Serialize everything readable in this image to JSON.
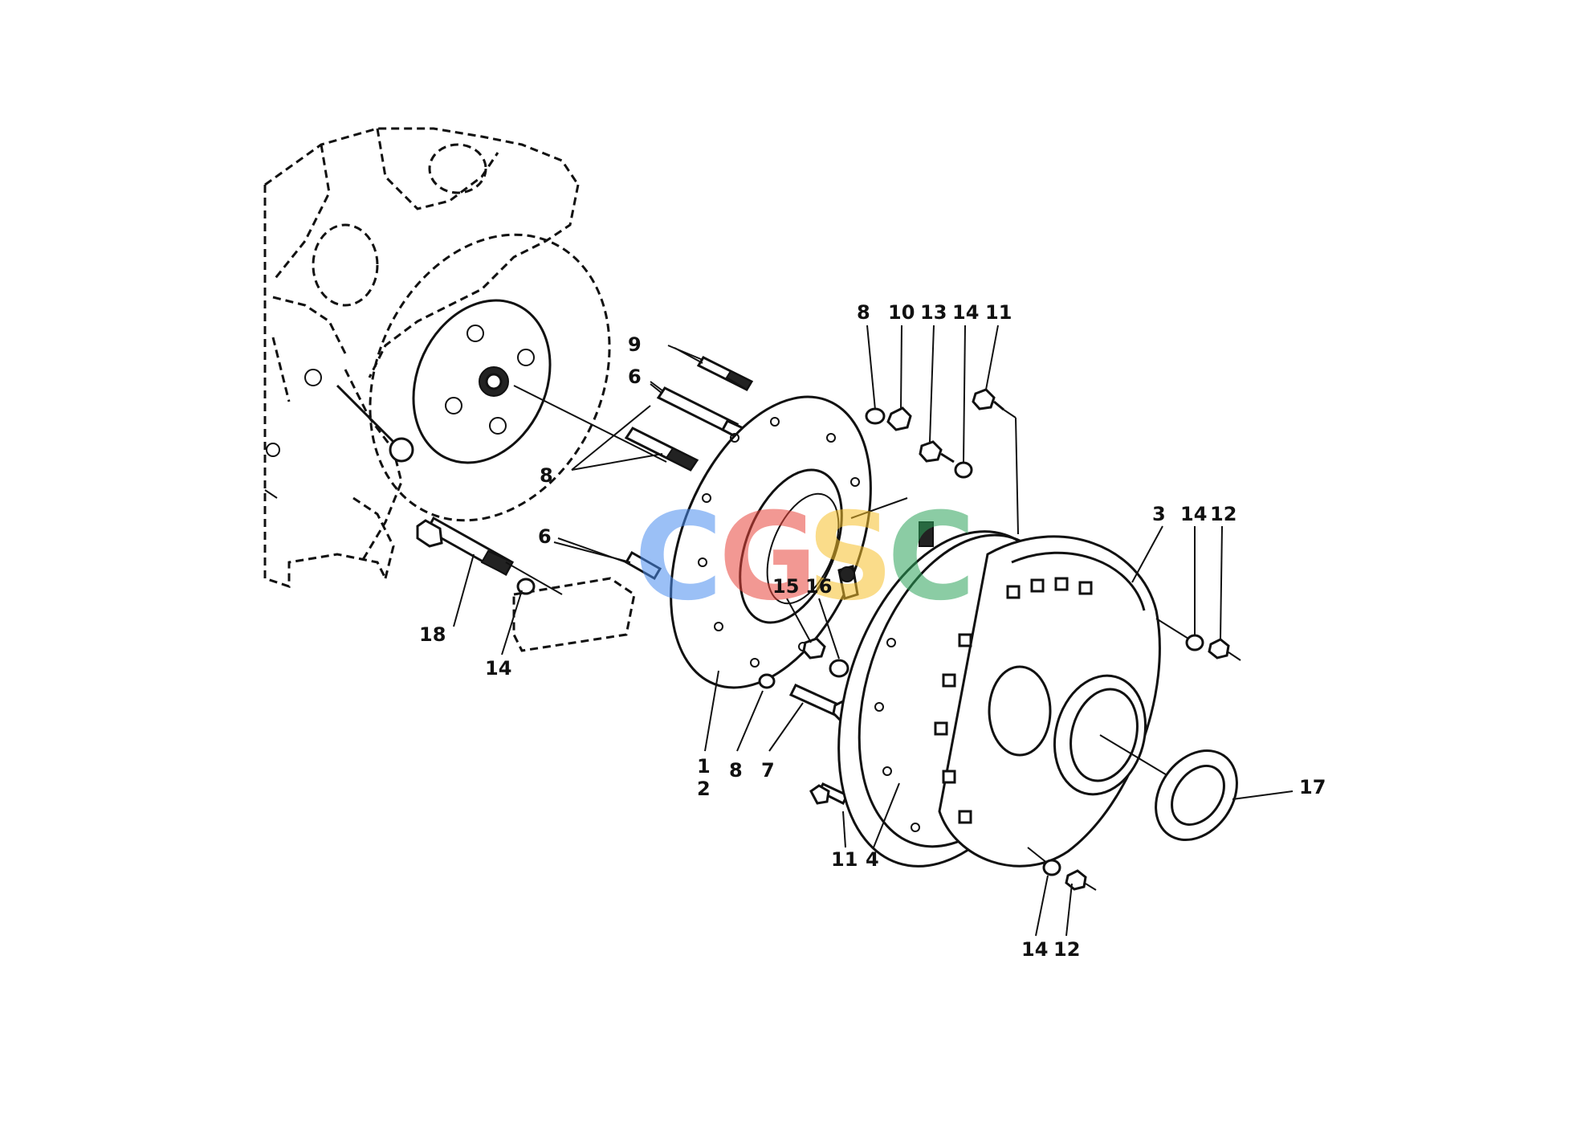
{
  "callouts": [
    {
      "id": "c-9",
      "text": "9"
    },
    {
      "id": "c-6a",
      "text": "6"
    },
    {
      "id": "c-8a",
      "text": "8"
    },
    {
      "id": "c-8b",
      "text": "8"
    },
    {
      "id": "c-10",
      "text": "10"
    },
    {
      "id": "c-13",
      "text": "13"
    },
    {
      "id": "c-14a",
      "text": "14"
    },
    {
      "id": "c-11a",
      "text": "11"
    },
    {
      "id": "c-6b",
      "text": "6"
    },
    {
      "id": "c-15",
      "text": "15"
    },
    {
      "id": "c-16",
      "text": "16"
    },
    {
      "id": "c-3",
      "text": "3"
    },
    {
      "id": "c-14b",
      "text": "14"
    },
    {
      "id": "c-12a",
      "text": "12"
    },
    {
      "id": "c-18",
      "text": "18"
    },
    {
      "id": "c-14c",
      "text": "14"
    },
    {
      "id": "c-1",
      "text": "1"
    },
    {
      "id": "c-2",
      "text": "2"
    },
    {
      "id": "c-8c",
      "text": "8"
    },
    {
      "id": "c-7",
      "text": "7"
    },
    {
      "id": "c-17",
      "text": "17"
    },
    {
      "id": "c-11b",
      "text": "11"
    },
    {
      "id": "c-4",
      "text": "4"
    },
    {
      "id": "c-14d",
      "text": "14"
    },
    {
      "id": "c-12b",
      "text": "12"
    }
  ],
  "watermark": {
    "letters": [
      "C",
      "G",
      "S",
      "C"
    ],
    "colors": [
      "#4a8df0",
      "#e8453c",
      "#f6c02c",
      "#2ea45a"
    ]
  },
  "colors": {
    "line": "#111111",
    "background": "#ffffff"
  }
}
